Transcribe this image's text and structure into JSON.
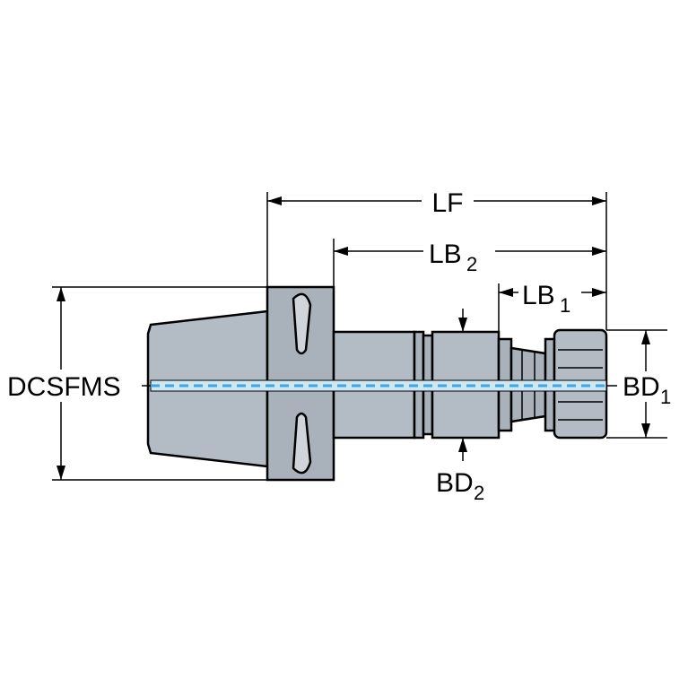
{
  "labels": {
    "lf": "LF",
    "lb2_main": "LB",
    "lb2_sub": "2",
    "lb1_main": "LB",
    "lb1_sub": "1",
    "dcsfms": "DCSFMS",
    "bd1_main": "BD",
    "bd1_sub": "1",
    "bd2_main": "BD",
    "bd2_sub": "2"
  },
  "colors": {
    "body": "#a9b2bb",
    "coolant": "#3fa7e0",
    "outline": "#000000"
  }
}
